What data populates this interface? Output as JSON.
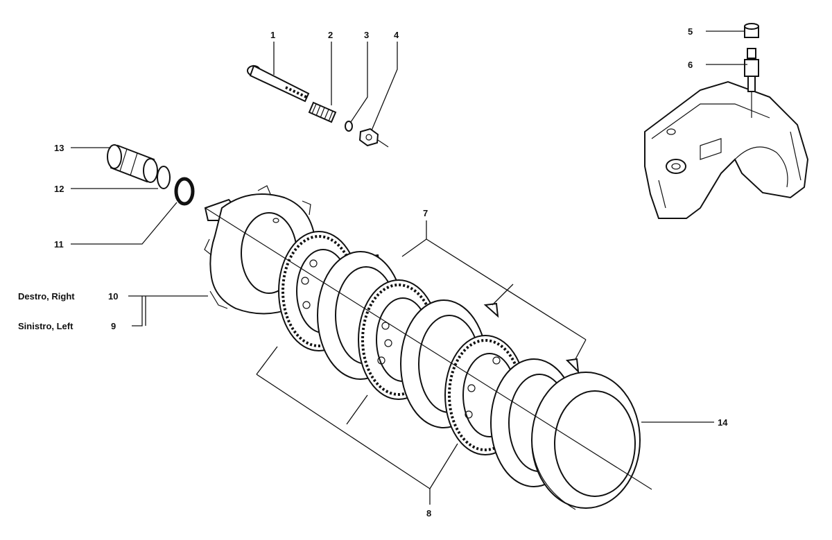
{
  "callouts": {
    "c1": "1",
    "c2": "2",
    "c3": "3",
    "c4": "4",
    "c5": "5",
    "c6": "6",
    "c7": "7",
    "c8": "8",
    "c9": "9",
    "c10": "10",
    "c11": "11",
    "c12": "12",
    "c13": "13",
    "c14": "14"
  },
  "side_labels": {
    "right": "Destro, Right",
    "left": "Sinistro, Left"
  }
}
